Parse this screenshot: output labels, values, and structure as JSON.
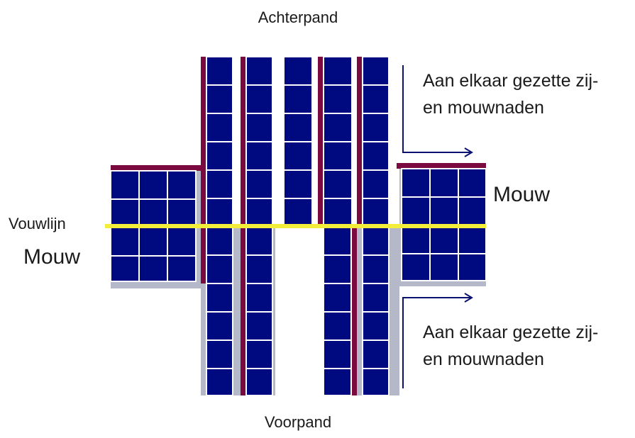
{
  "labels": {
    "top": "Achterpand",
    "bottom": "Voorpand",
    "fold_line": "Vouwlijn",
    "sleeve_left": "Mouw",
    "sleeve_right": "Mouw"
  },
  "notes": {
    "top": [
      "Aan elkaar gezette zij-",
      "en mouwnaden"
    ],
    "bottom": [
      "Aan elkaar gezette zij-",
      "en mouwnaden"
    ]
  },
  "colors": {
    "square_fill": "#000a80",
    "grid_lines": "#ffffff",
    "seam": "#7a0a3f",
    "shadow": "#b5b8c9",
    "fold_line": "#f2ee3a",
    "arrow": "#0a1170"
  }
}
